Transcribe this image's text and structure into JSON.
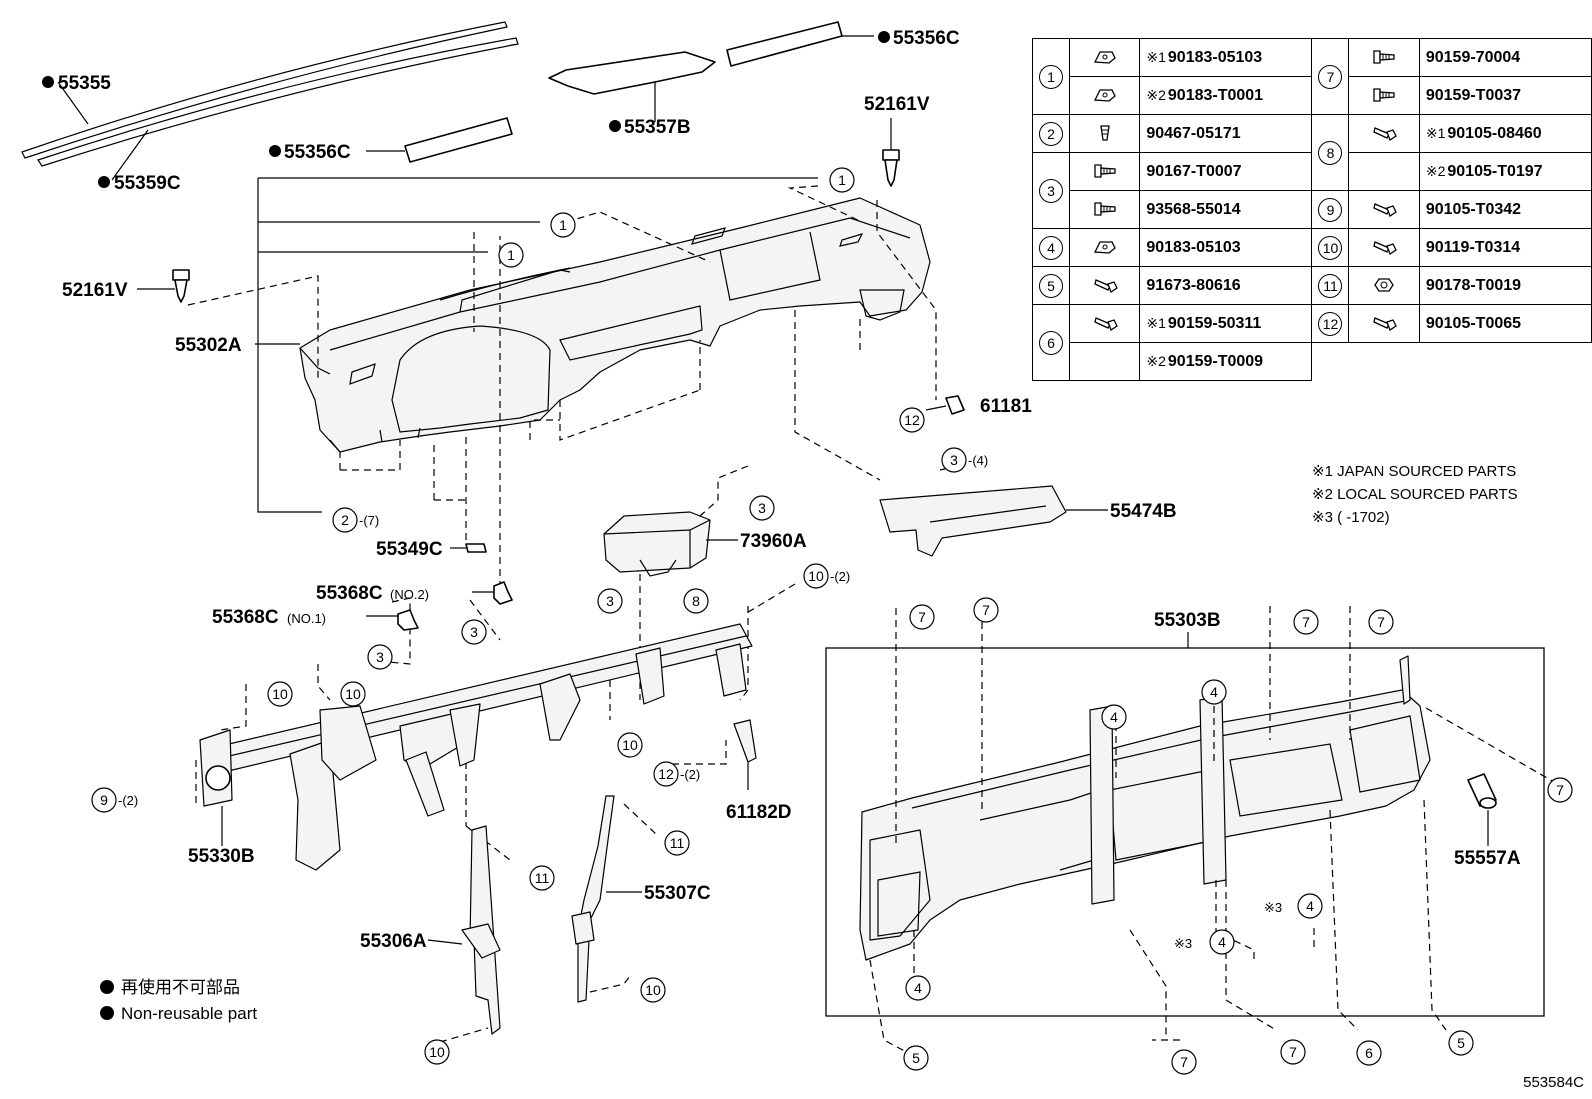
{
  "callouts": {
    "c55355": "55355",
    "c55359C": "55359C",
    "c55356C_top": "55356C",
    "c55356C_mid": "55356C",
    "c55357B": "55357B",
    "c52161V_right": "52161V",
    "c52161V_left": "52161V",
    "c55302A": "55302A",
    "c55349C": "55349C",
    "c55368C_no2": "55368C",
    "c55368C_no2_sfx": "(NO.2)",
    "c55368C_no1": "55368C",
    "c55368C_no1_sfx": "(NO.1)",
    "c73960A": "73960A",
    "c61181": "61181",
    "c55474B": "55474B",
    "c61182D": "61182D",
    "c55330B": "55330B",
    "c55306A": "55306A",
    "c55307C": "55307C",
    "c55303B": "55303B",
    "c55557A": "55557A"
  },
  "refs": {
    "r1a": "1",
    "r1b": "1",
    "r1c": "1",
    "r2": "2",
    "r2q": "-(7)",
    "r3a": "3",
    "r3b": "3",
    "r3c": "3",
    "r3d": "3",
    "r3e": "3",
    "r3eq": "-(4)",
    "r8": "8",
    "r10a": "10",
    "r10aq": "-(2)",
    "r10b": "10",
    "r10c": "10",
    "r10d": "10",
    "r10e": "10",
    "r10f": "10",
    "r9": "9",
    "r9q": "-(2)",
    "r12a": "12",
    "r12b": "12",
    "r12bq": "-(2)",
    "r11a": "11",
    "r11b": "11",
    "r7a": "7",
    "r7b": "7",
    "r7c": "7",
    "r7d": "7",
    "r7e": "7",
    "r7f": "7",
    "r7g": "7",
    "r4a": "4",
    "r4b": "4",
    "r4c": "4",
    "r4d": "4",
    "r4e": "4",
    "r4c_mark": "※3",
    "r4d_mark": "※3",
    "r5a": "5",
    "r5b": "5",
    "r6": "6"
  },
  "legend": {
    "rows_left": [
      {
        "ref": "1",
        "icon": "clip-nut-icon",
        "mark": "※1",
        "part": "90183-05103"
      },
      {
        "ref": "",
        "icon": "clip-nut-icon",
        "mark": "※2",
        "part": "90183-T0001"
      },
      {
        "ref": "2",
        "icon": "clip-icon",
        "mark": "",
        "part": "90467-05171"
      },
      {
        "ref": "3",
        "icon": "screw-icon",
        "mark": "",
        "part": "90167-T0007"
      },
      {
        "ref": "",
        "icon": "screw-icon",
        "mark": "",
        "part": "93568-55014"
      },
      {
        "ref": "4",
        "icon": "clip-nut-icon",
        "mark": "",
        "part": "90183-05103"
      },
      {
        "ref": "5",
        "icon": "bolt-icon",
        "mark": "",
        "part": "91673-80616"
      },
      {
        "ref": "6",
        "icon": "bolt-icon",
        "mark": "※1",
        "part": "90159-50311"
      },
      {
        "ref": "",
        "icon": "",
        "mark": "※2",
        "part": "90159-T0009"
      }
    ],
    "rows_right": [
      {
        "ref": "7",
        "icon": "screw-icon",
        "mark": "",
        "part": "90159-70004"
      },
      {
        "ref": "",
        "icon": "screw-icon",
        "mark": "",
        "part": "90159-T0037"
      },
      {
        "ref": "8",
        "icon": "bolt-icon",
        "mark": "※1",
        "part": "90105-08460"
      },
      {
        "ref": "",
        "icon": "",
        "mark": "※2",
        "part": "90105-T0197"
      },
      {
        "ref": "9",
        "icon": "bolt-icon",
        "mark": "",
        "part": "90105-T0342"
      },
      {
        "ref": "10",
        "icon": "bolt-icon",
        "mark": "",
        "part": "90119-T0314"
      },
      {
        "ref": "11",
        "icon": "nut-icon",
        "mark": "",
        "part": "90178-T0019"
      },
      {
        "ref": "12",
        "icon": "bolt-icon",
        "mark": "",
        "part": "90105-T0065"
      }
    ]
  },
  "notes": {
    "n1": "※1  JAPAN SOURCED PARTS",
    "n2": "※2  LOCAL SOURCED PARTS",
    "n3": "※3 (        -1702)"
  },
  "non_reusable": {
    "jp": "再使用不可部品",
    "en": "Non-reusable part"
  },
  "illustration_id": "553584C"
}
